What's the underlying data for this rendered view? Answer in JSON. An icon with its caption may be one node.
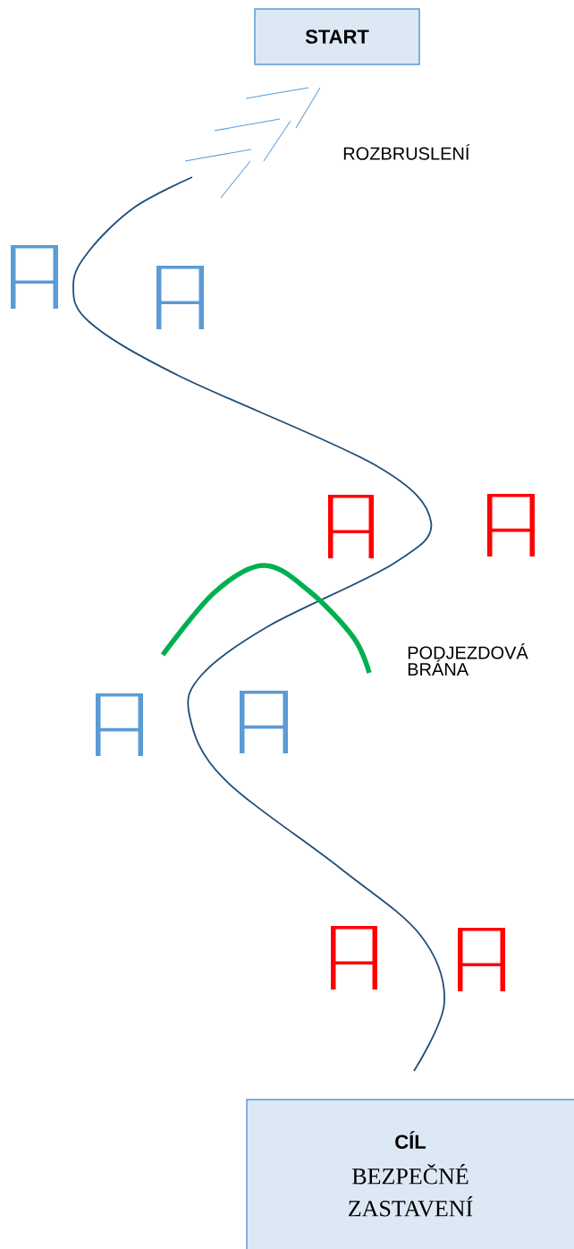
{
  "diagram": {
    "nodes": [
      {
        "text": [
          "START"
        ]
      },
      {
        "text": [
          "CÍL",
          "BEZPEČNÉ ZASTAVENÍ"
        ]
      }
    ],
    "labels": [
      "ROZBRUSLENÍ",
      "PODJEZDOVÁ BRÁNA"
    ]
  }
}
